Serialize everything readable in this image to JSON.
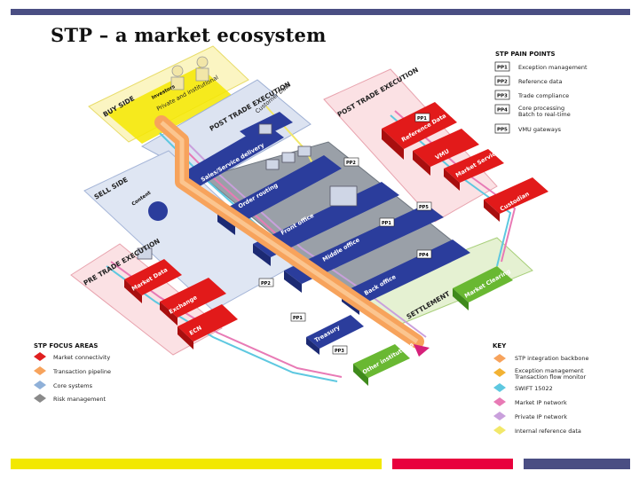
{
  "slide": {
    "title": "STP – a market ecosystem"
  },
  "pain_points": {
    "heading": "STP PAIN POINTS",
    "items": [
      {
        "tag": "PP1",
        "label": "Exception management"
      },
      {
        "tag": "PP2",
        "label": "Reference data"
      },
      {
        "tag": "PP3",
        "label": "Trade compliance"
      },
      {
        "tag": "PP4",
        "label": "Core processing"
      },
      {
        "tag": "",
        "label": "Batch to real-time"
      },
      {
        "tag": "PP5",
        "label": "VMU gateways"
      }
    ]
  },
  "focus_areas": {
    "heading": "STP FOCUS AREAS",
    "items": [
      {
        "label": "Market connectivity",
        "color": "#e02020"
      },
      {
        "label": "Transaction pipeline",
        "color": "#f7a35c"
      },
      {
        "label": "Core systems",
        "color": "#8fb0d8"
      },
      {
        "label": "Risk management",
        "color": "#8a8a8a"
      }
    ]
  },
  "key": {
    "heading": "KEY",
    "items": [
      {
        "label": "STP integration backbone",
        "color": "#f7a35c"
      },
      {
        "label": "Exception management",
        "color": "#f2b233"
      },
      {
        "label": "Transaction flow monitor",
        "color": "#f2b233"
      },
      {
        "label": "SWIFT 15022",
        "color": "#5ec8e0"
      },
      {
        "label": "Market IP network",
        "color": "#e87ab5"
      },
      {
        "label": "Private IP network",
        "color": "#c9a0dc"
      },
      {
        "label": "Internal reference data",
        "color": "#f2e86a"
      }
    ]
  },
  "zones": {
    "buy_side": "BUY SIDE",
    "sell_side": "SELL SIDE",
    "post_trade_left": "POST TRADE EXECUTION",
    "post_trade_right": "POST TRADE EXECUTION",
    "pre_trade": "PRE TRADE EXECUTION",
    "settlement": "SETTLEMENT"
  },
  "nodes": {
    "investors": "Investors",
    "investors_sub": "Private and institutional",
    "customer_data": "Customer Data",
    "sales_service": "Sales/Service delivery",
    "content": "Content",
    "order_routing": "Order routing",
    "front_office": "Front office",
    "middle_office": "Middle office",
    "back_office": "Back office",
    "treasury": "Treasury",
    "reference_data": "Reference Data",
    "vmu": "VMU",
    "market_services": "Market Services",
    "custodian": "Custodian",
    "market_data": "Market Data",
    "exchange": "Exchange",
    "ecn": "ECN",
    "market_clearing": "Market Clearing",
    "other_institutions": "Other institutions"
  },
  "pp_markers": [
    "PP1",
    "PP2",
    "PP3",
    "PP4",
    "PP5"
  ]
}
